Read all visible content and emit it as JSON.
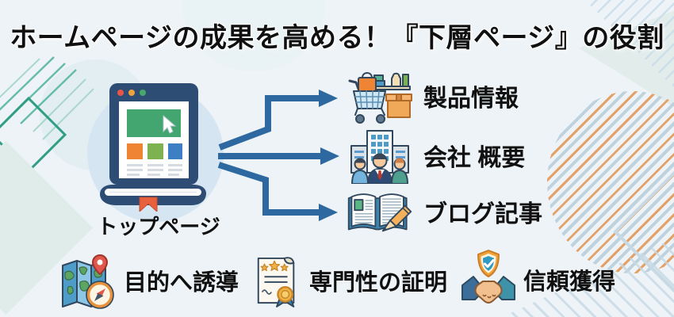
{
  "title": "ホームページの成果を高める！『下層ページ』の役割",
  "hub": {
    "label": "トップページ",
    "icon": "homepage-book-icon"
  },
  "branches": [
    {
      "label": "製品情報",
      "icon": "products-cart-icon"
    },
    {
      "label": "会社 概要",
      "icon": "company-building-icon"
    },
    {
      "label": "ブログ記事",
      "icon": "blog-book-pencil-icon"
    }
  ],
  "benefits": [
    {
      "label": "目的へ誘導",
      "icon": "map-compass-icon"
    },
    {
      "label": "専門性の証明",
      "icon": "certificate-icon"
    },
    {
      "label": "信頼獲得",
      "icon": "trust-shield-handshake-icon"
    }
  ],
  "colors": {
    "background": "#edf3f6",
    "arrow": "#2d68a0",
    "title_text": "#101010",
    "hub_circle": "#d5e6f2",
    "accent_teal": "#3aa98e",
    "accent_orange": "#e2995b"
  }
}
